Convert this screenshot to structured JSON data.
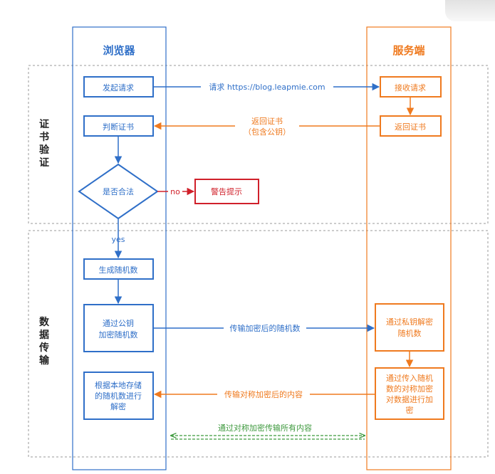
{
  "lanes": {
    "browser": "浏览器",
    "server": "服务端"
  },
  "sections": {
    "cert": [
      "证",
      "书",
      "验",
      "证"
    ],
    "data": [
      "数",
      "据",
      "传",
      "输"
    ]
  },
  "boxes": {
    "send_request": "发起请求",
    "judge_cert": "判断证书",
    "is_valid": "是否合法",
    "warning": "警告提示",
    "gen_random": "生成随机数",
    "encrypt_random": [
      "通过公钥",
      "加密随机数"
    ],
    "decrypt_content": [
      "根据本地存储",
      "的随机数进行",
      "解密"
    ],
    "receive_request": "接收请求",
    "return_cert": "返回证书",
    "server_decrypt": [
      "通过私钥解密",
      "随机数"
    ],
    "server_encrypt": [
      "通过传入随机",
      "数的对称加密",
      "对数据进行加",
      "密"
    ]
  },
  "arrows": {
    "request_url": "请求 https://blog.leapmie.com",
    "return_cert": [
      "返回证书",
      "（包含公钥）"
    ],
    "no": "no",
    "yes": "yes",
    "send_encrypted_random": "传输加密后的随机数",
    "send_encrypted_content": "传输对称加密后的内容",
    "all_content": "通过对称加密传输所有内容"
  },
  "colors": {
    "blue": "#2f6fc8",
    "orange": "#ef7a1f",
    "red": "#d0202a",
    "green": "#3f9a3f",
    "dash": "#888888"
  }
}
